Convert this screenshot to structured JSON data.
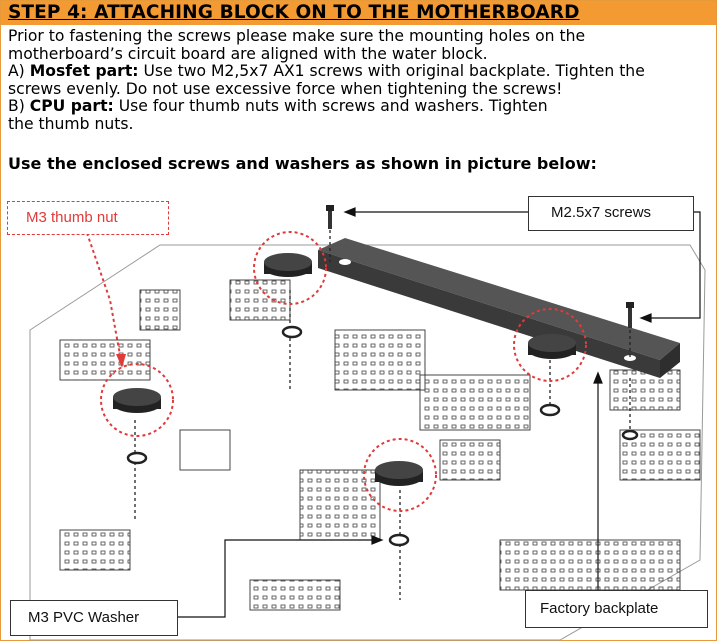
{
  "header": {
    "title": "STEP 4:  ATTACHING BLOCK ON TO THE MOTHERBOARD",
    "color": "#f39a32"
  },
  "instructions": {
    "line1": "Prior to fastening the screws please make sure the mounting holes on the",
    "line2": "motherboard’s circuit board are aligned with the water block.",
    "part_a_prefix": "A) ",
    "part_a_label": "Mosfet part:",
    "part_a_text": " Use two M2,5x7 AX1 screws with original backplate. Tighten the",
    "part_a_text2": "screws evenly. Do not use excessive force when tightening the screws!",
    "part_b_prefix": "B) ",
    "part_b_label": "CPU part:",
    "part_b_text": " Use four thumb nuts with screws and washers. Tighten",
    "part_b_text2": "the thumb nuts."
  },
  "subheading": "Use the enclosed screws and washers as shown in picture below:",
  "callouts": {
    "thumb_nut": "M3 thumb nut",
    "screws": "M2.5x7 screws",
    "washer": "M3 PVC Washer",
    "backplate": "Factory backplate"
  },
  "colors": {
    "accent": "#f39a32",
    "highlight": "#e03a3a"
  }
}
